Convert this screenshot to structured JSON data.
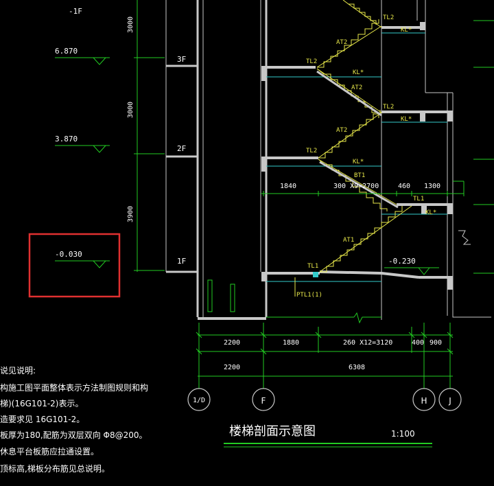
{
  "colors": {
    "background": "#000000",
    "dimension_line": "#22cc22",
    "slab": "#c8c8c8",
    "stair": "#e8e84a",
    "beam_line": "#33cccc",
    "highlight": "#e03030"
  },
  "levels": [
    {
      "label": "-1F"
    },
    {
      "label": "6.870"
    },
    {
      "label": "3.870"
    },
    {
      "label": "-0.030"
    }
  ],
  "left_dims": [
    "3000",
    "3000",
    "3900"
  ],
  "floors": [
    "3F",
    "2F",
    "1F"
  ],
  "stair_labels": {
    "tl2_a": "TL2",
    "kl_a": "KL*",
    "at2_a": "AT2",
    "tl2_b": "TL2",
    "kl_b": "KL*",
    "at2_b": "AT2",
    "tl2_c": "TL2",
    "kl_c": "KL*",
    "at2_c": "AT2",
    "tl2_d": "TL2",
    "kl_d": "KL*",
    "bt1": "BT1",
    "tl1_a": "TL1",
    "kl_e": "KL*",
    "at1": "AT1",
    "tl1_b": "TL1",
    "ptl1": "PTL1(1)",
    "elev_ground": "-0.230"
  },
  "mid_dims": {
    "d1": "1840",
    "d2": "300 X9=2700",
    "d3": "460",
    "d4": "1300"
  },
  "bottom_dims_1": [
    "2200",
    "1880",
    "260 X12=3120",
    "400",
    "900"
  ],
  "bottom_dims_2": [
    "2200",
    "6308"
  ],
  "axes": [
    "1/D",
    "F",
    "H",
    "J"
  ],
  "title": "楼梯剖面示意图",
  "scale": "1:100",
  "notes": [
    "说见说明:",
    "构施工图平面整体表示方法制图规则和构",
    "梯)(16G101-2)表示。",
    "造要求见 16G101-2。",
    "板厚为180,配筋为双层双向 Φ8@200。",
    "休息平台板筋应拉通设置。",
    "顶标高,梯板分布筋见总说明。"
  ]
}
